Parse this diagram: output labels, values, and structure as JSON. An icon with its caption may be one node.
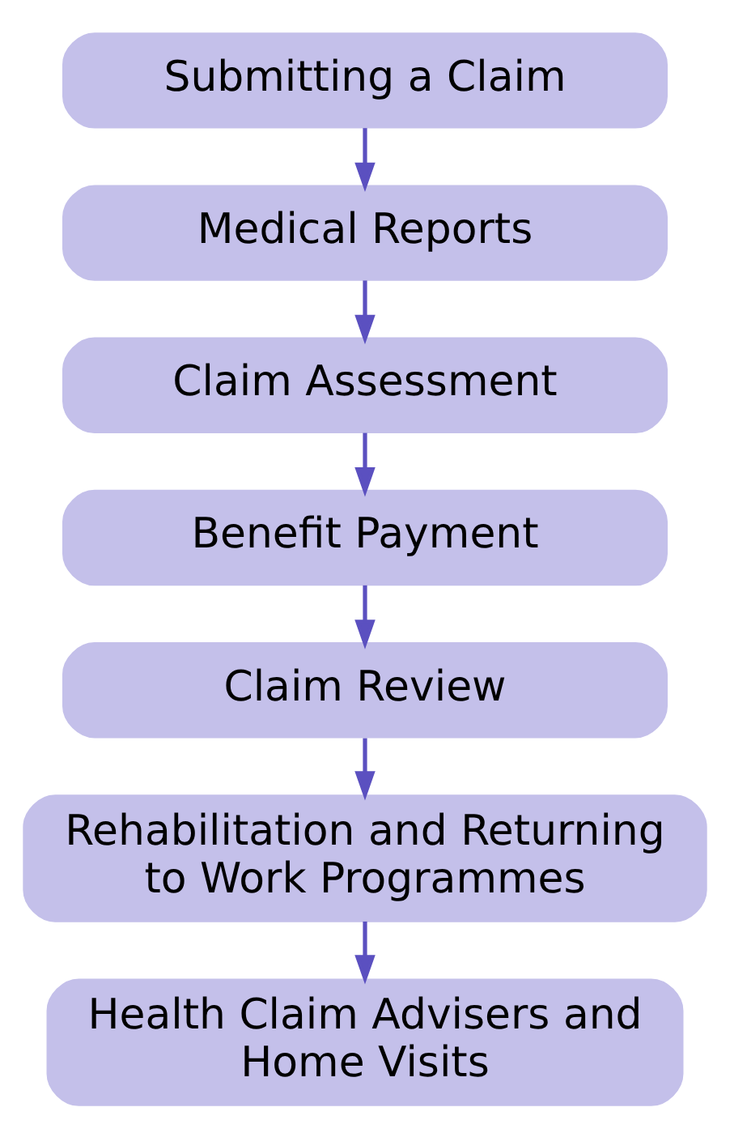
{
  "diagram": {
    "nodes": [
      {
        "text": [
          "Submitting a Claim"
        ]
      },
      {
        "text": [
          "Medical Reports"
        ]
      },
      {
        "text": [
          "Claim Assessment"
        ]
      },
      {
        "text": [
          "Benefit Payment"
        ]
      },
      {
        "text": [
          "Claim Review"
        ]
      },
      {
        "text": [
          "Rehabilitation and Returning to Work Programmes"
        ]
      },
      {
        "text": [
          "Health Claim Advisers and Home Visits"
        ]
      }
    ],
    "edges": [
      {
        "from": 0,
        "to": 1,
        "arrow": "to"
      },
      {
        "from": 1,
        "to": 2,
        "arrow": "to"
      },
      {
        "from": 2,
        "to": 3,
        "arrow": "to"
      },
      {
        "from": 3,
        "to": 4,
        "arrow": "to"
      },
      {
        "from": 4,
        "to": 5,
        "arrow": "to"
      },
      {
        "from": 5,
        "to": 6,
        "arrow": "to"
      }
    ]
  }
}
